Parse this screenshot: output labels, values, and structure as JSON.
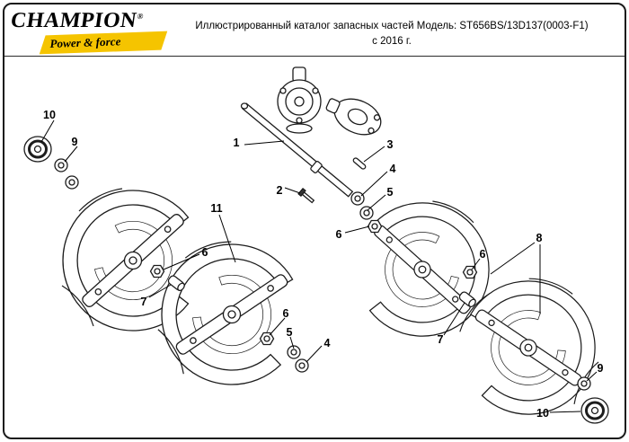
{
  "header": {
    "brand": "CHAMPION",
    "registered": "®",
    "tagline": "Power & force",
    "title_line1": "Иллюстрированный каталог запасных частей Модель: ST656BS/13D137(0003-F1)",
    "title_line2": "с 2016 г."
  },
  "diagram": {
    "callouts": [
      {
        "label": "10"
      },
      {
        "label": "9"
      },
      {
        "label": "1"
      },
      {
        "label": "2"
      },
      {
        "label": "3"
      },
      {
        "label": "4"
      },
      {
        "label": "5"
      },
      {
        "label": "6"
      },
      {
        "label": "11"
      },
      {
        "label": "6"
      },
      {
        "label": "7"
      },
      {
        "label": "6"
      },
      {
        "label": "5"
      },
      {
        "label": "4"
      },
      {
        "label": "7"
      },
      {
        "label": "6"
      },
      {
        "label": "8"
      },
      {
        "label": "9"
      },
      {
        "label": "10"
      }
    ]
  }
}
